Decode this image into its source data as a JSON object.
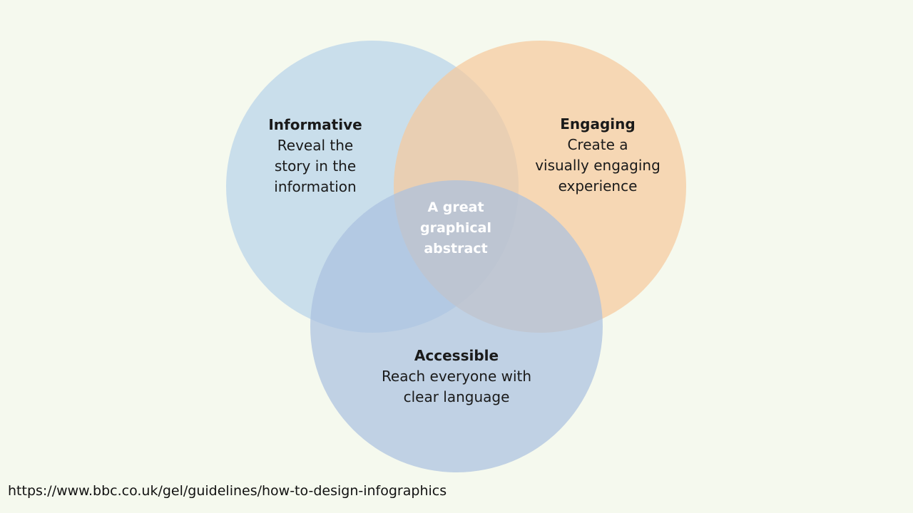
{
  "colors": {
    "background": "#f5f9ee",
    "informative_circle": "#b7d3e9",
    "engaging_circle": "#f7c99b",
    "accessible_circle": "#a9c0e0",
    "center_text": "#ffffff"
  },
  "venn": {
    "informative": {
      "title": "Informative",
      "description": "Reveal the\nstory in the\ninformation"
    },
    "engaging": {
      "title": "Engaging",
      "description": "Create a\nvisually engaging\nexperience"
    },
    "accessible": {
      "title": "Accessible",
      "description": "Reach everyone with\nclear language"
    },
    "center": "A great\ngraphical\nabstract"
  },
  "source_url": "https://www.bbc.co.uk/gel/guidelines/how-to-design-infographics"
}
